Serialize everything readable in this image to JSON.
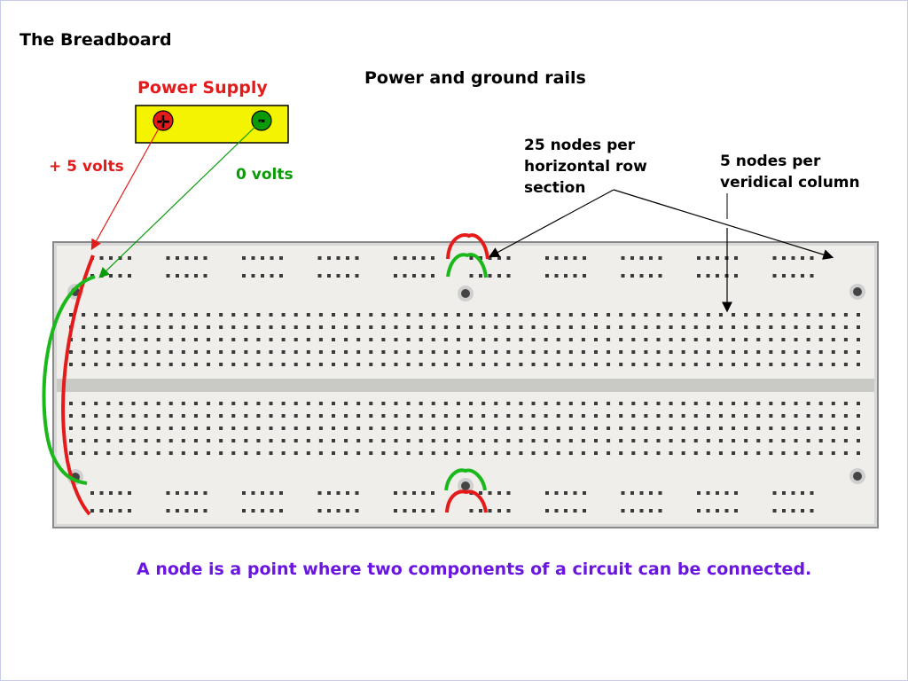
{
  "title": "The Breadboard",
  "rails_title": "Power and ground rails",
  "power_supply": {
    "label": "Power Supply",
    "plus_symbol": "+",
    "minus_symbol": "-",
    "positive_voltage": "+ 5 volts",
    "ground_voltage": "0 volts"
  },
  "annotations": {
    "row_nodes": [
      "25 nodes per",
      "horizontal row",
      "section"
    ],
    "column_nodes": [
      "5 nodes per",
      "veridical column"
    ]
  },
  "footer": "A node is a point where two components of a circuit can be connected.",
  "colors": {
    "positive": "#e31b1b",
    "ground": "#0a9a0a",
    "footer": "#6a16e0",
    "supply_box": "#f4f400"
  }
}
